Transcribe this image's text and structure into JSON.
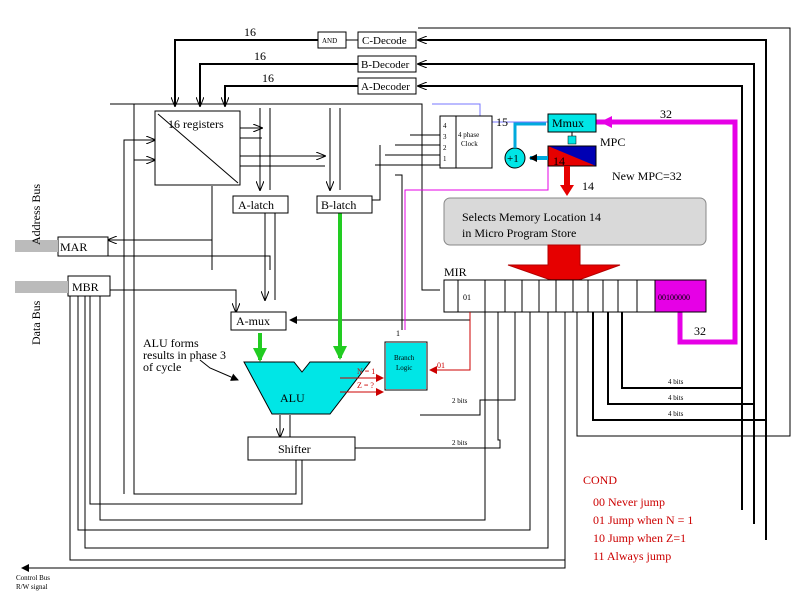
{
  "labels": {
    "registers": "16 registers",
    "a_latch": "A-latch",
    "b_latch": "B-latch",
    "a_mux": "A-mux",
    "alu": "ALU",
    "shifter": "Shifter",
    "mar": "MAR",
    "mbr": "MBR",
    "and_gate": "AND",
    "c_decode": "C-Decode",
    "b_decode": "B-Decoder",
    "a_decode": "A-Decoder",
    "mmux": "Mmux",
    "mpc": "MPC",
    "mpc_value": "14",
    "new_mpc": "New MPC=32",
    "mpc_out": "14",
    "plus_one": "+1",
    "fifteen": "15",
    "clock_line1": "4 phase",
    "clock_line2": "Clock",
    "clock_phases": [
      "4",
      "3",
      "2",
      "1"
    ],
    "store_line1": "Selects Memory Location 14",
    "store_line2": "in Micro Program Store",
    "mir": "MIR",
    "mir_cond": "01",
    "mir_addr": "00100000",
    "branch_line1": "Branch",
    "branch_line2": "Logic",
    "branch_n": "N = 1",
    "branch_z": "Z = ?",
    "branch_in": "01",
    "branch_out": "1",
    "alu_note": [
      "ALU forms",
      "results in phase 3",
      "of cycle"
    ],
    "address_bus": "Address Bus",
    "data_bus": "Data Bus",
    "control_bus": [
      "Control Bus",
      "R/W signal"
    ],
    "w16_c": "16",
    "w16_b": "16",
    "w16_a": "16",
    "w32_top": "32",
    "w32_bottom": "32",
    "bits_4a": "4 bits",
    "bits_4b": "4 bits",
    "bits_4c": "4 bits",
    "bits_2a": "2 bits",
    "bits_2b": "2 bits"
  },
  "cond": {
    "title": "COND",
    "items": [
      "00   Never jump",
      "01  Jump when N = 1",
      "10  Jump when Z=1",
      "11  Always jump"
    ]
  },
  "colors": {
    "cyan": "#00e6e6",
    "magenta": "#e600e6",
    "red": "#e60000",
    "dark_blue": "#0000b3",
    "green": "#22cc22",
    "store_gray": "#d9d9d9",
    "cond_red": "#cc0000"
  }
}
